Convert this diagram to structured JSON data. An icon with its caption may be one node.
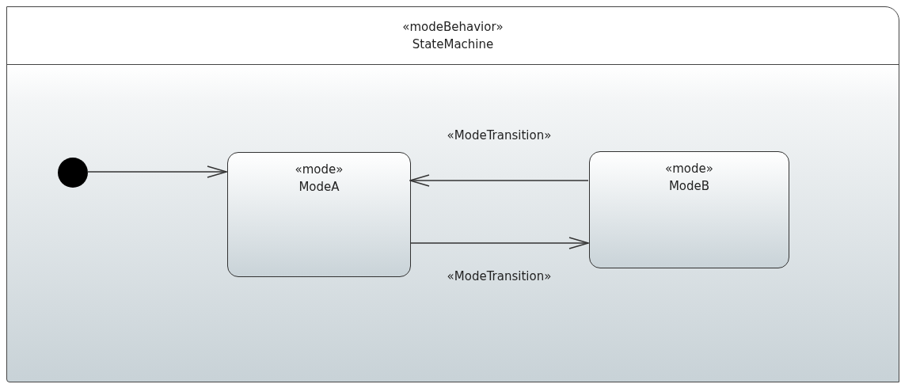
{
  "diagram": {
    "nodes": [
      {
        "text": [
          "«modeBehavior»",
          "StateMachine"
        ]
      },
      {
        "text": [],
        "shape": "circle",
        "in": 0
      },
      {
        "text": [
          "«mode»",
          "ModeA"
        ],
        "in": 0
      },
      {
        "text": [
          "«mode»",
          "ModeB"
        ],
        "in": 0
      }
    ],
    "edges": [
      {
        "from": 1,
        "to": 2,
        "arrow": "to"
      },
      {
        "from": 3,
        "to": 2,
        "arrow": "to",
        "label": "«ModeTransition»"
      },
      {
        "from": 2,
        "to": 3,
        "arrow": "to",
        "label": "«ModeTransition»"
      }
    ]
  }
}
